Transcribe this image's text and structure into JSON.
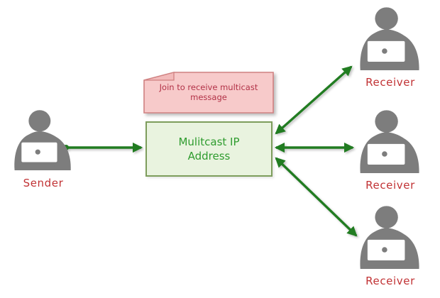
{
  "diagram": {
    "note": {
      "text": "Join to receive multicast message"
    },
    "multicast_box": {
      "line1": "Mulitcast IP",
      "line2": "Address"
    },
    "sender": {
      "label": "Sender",
      "icon": "person-laptop-icon"
    },
    "receivers": [
      {
        "label": "Receiver",
        "icon": "person-laptop-icon"
      },
      {
        "label": "Receiver",
        "icon": "person-laptop-icon"
      },
      {
        "label": "Receiver",
        "icon": "person-laptop-icon"
      }
    ],
    "arrows": [
      {
        "from": "sender",
        "to": "multicast-box",
        "heads": "single"
      },
      {
        "from": "multicast-box",
        "to": "receiver-1",
        "heads": "double"
      },
      {
        "from": "multicast-box",
        "to": "receiver-2",
        "heads": "double"
      },
      {
        "from": "multicast-box",
        "to": "receiver-3",
        "heads": "double"
      }
    ],
    "colors": {
      "arrow_green": "#217c21",
      "box_fill": "#e9f3df",
      "box_border": "#7d9d5c",
      "box_text": "#2f9c2f",
      "note_fill": "#f7caca",
      "note_fold_fill": "#f2baba",
      "note_border": "#d08181",
      "note_text": "#b23247",
      "label_red": "#c13234",
      "icon_gray": "#7d7d7d"
    }
  }
}
